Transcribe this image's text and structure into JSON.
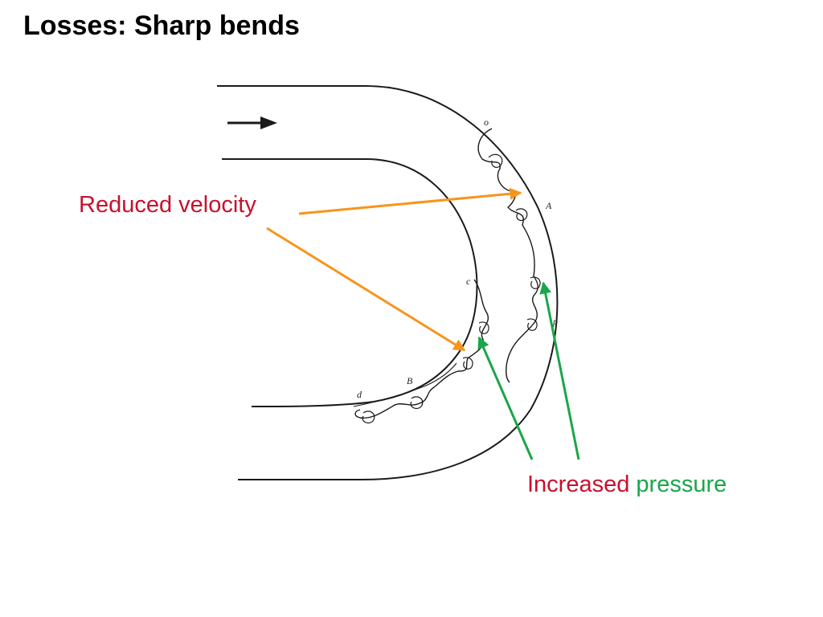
{
  "title": "Losses: Sharp bends",
  "labels": {
    "velocity": {
      "text": "Reduced velocity"
    },
    "pressure": {
      "word1": "Increased",
      "word2": "pressure"
    }
  },
  "points": {
    "o": "o",
    "a": "A",
    "c": "c",
    "d": "d",
    "b": "B",
    "p": "p"
  },
  "colors": {
    "velocity_label": "#c8102e",
    "velocity_arrow": "#f7941d",
    "pressure_label_word1": "#c8102e",
    "pressure_label_word2": "#1aa64a",
    "pressure_arrow": "#1aa64a",
    "pipe_line": "#1a1a1a"
  }
}
